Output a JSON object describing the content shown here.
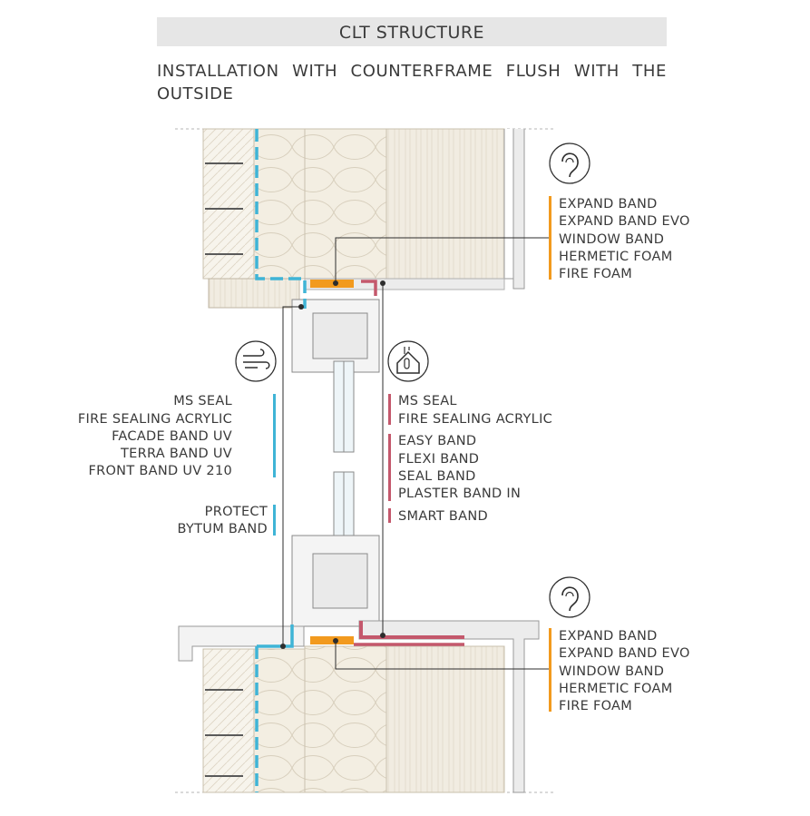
{
  "header": {
    "title": "CLT STRUCTURE",
    "subtitle": "INSTALLATION WITH COUNTERFRAME FLUSH WITH THE OUTSIDE"
  },
  "colors": {
    "orange": "#f29a1e",
    "blue": "#3fb4d6",
    "red": "#c4586c",
    "gray": "#3a3a3a"
  },
  "icons": {
    "acoustic_top": "ear-icon",
    "wind": "wind-icon",
    "thermal": "house-thermometer-icon",
    "acoustic_bottom": "ear-icon"
  },
  "labels": {
    "acoustic_top": [
      "EXPAND BAND",
      "EXPAND BAND EVO",
      "WINDOW BAND",
      "HERMETIC FOAM",
      "FIRE FOAM"
    ],
    "outside_top": [
      "MS SEAL",
      "FIRE SEALING ACRYLIC",
      "FACADE BAND UV",
      "TERRA BAND UV",
      "FRONT BAND UV 210"
    ],
    "outside_bottom": [
      "PROTECT",
      "BYTUM BAND"
    ],
    "inside_1": [
      "MS SEAL",
      "FIRE SEALING ACRYLIC"
    ],
    "inside_2": [
      "EASY BAND",
      "FLEXI BAND",
      "SEAL BAND",
      "PLASTER BAND IN"
    ],
    "inside_3": [
      "SMART BAND"
    ],
    "acoustic_bottom": [
      "EXPAND BAND",
      "EXPAND BAND EVO",
      "WINDOW BAND",
      "HERMETIC FOAM",
      "FIRE FOAM"
    ]
  }
}
